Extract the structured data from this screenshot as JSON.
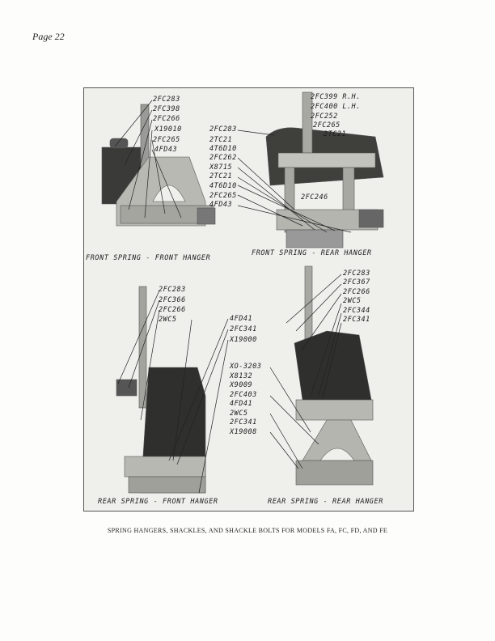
{
  "page_number": "Page 22",
  "caption": "SPRING HANGERS, SHACKLES, AND SHACKLE BOLTS FOR MODELS FA, FC, FD, AND FE",
  "panels": [
    {
      "title": "FRONT SPRING - FRONT HANGER",
      "labels": [
        "2FC283",
        "2FC398",
        "2FC266",
        "X19010",
        "2FC265",
        "4FD43"
      ]
    },
    {
      "title": "FRONT SPRING - REAR HANGER",
      "labels": [
        "2FC399 R.H.",
        "2FC400 L.H.",
        "2FC252",
        "2FC265",
        "2TC21",
        "2FC246",
        "2FC283",
        "2TC21",
        "4T6D10",
        "2FC262",
        "X8715",
        "2TC21",
        "4T6D10",
        "2FC265",
        "4FD43"
      ]
    },
    {
      "title": "REAR SPRING - FRONT HANGER",
      "labels": [
        "2FC283",
        "2FC366",
        "2FC266",
        "2WC5",
        "4FD41",
        "2FC341",
        "X19000"
      ]
    },
    {
      "title": "REAR SPRING - REAR HANGER",
      "labels": [
        "2FC283",
        "2FC367",
        "2FC266",
        "2WC5",
        "2FC344",
        "2FC341",
        "XO-3203",
        "X8132",
        "X9009",
        "2FC403",
        "4FD41",
        "2WC5",
        "2FC341",
        "X19008"
      ]
    }
  ]
}
